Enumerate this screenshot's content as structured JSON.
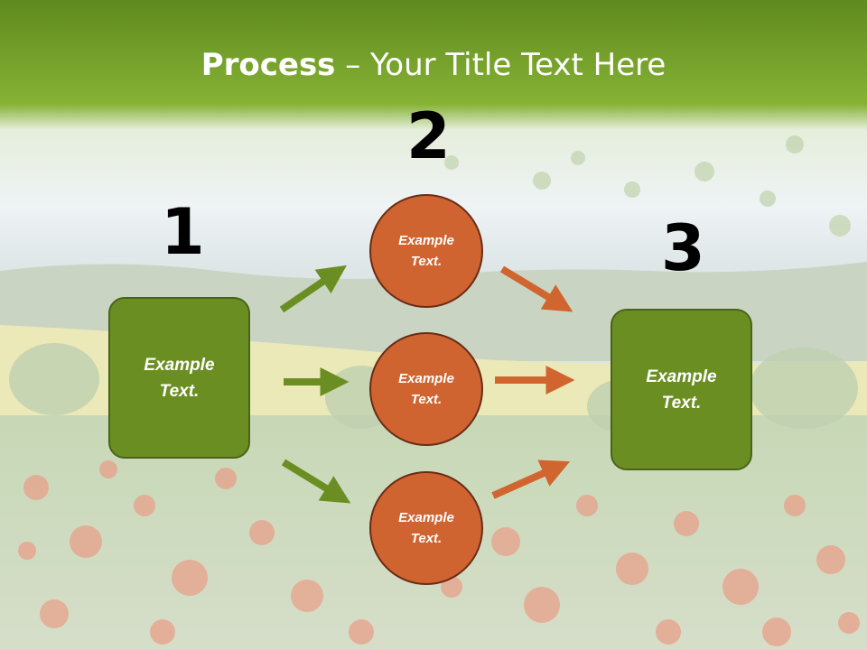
{
  "title": {
    "bold": "Process",
    "rest": " – Your Title Text Here"
  },
  "steps": {
    "one": "1",
    "two": "2",
    "three": "3"
  },
  "left_box": {
    "line1": "Example",
    "line2": "Text."
  },
  "right_box": {
    "line1": "Example",
    "line2": "Text."
  },
  "circles": [
    {
      "line1": "Example",
      "line2": "Text."
    },
    {
      "line1": "Example",
      "line2": "Text."
    },
    {
      "line1": "Example",
      "line2": "Text."
    }
  ],
  "colors": {
    "header_green": "#7aa82d",
    "box_green": "#6b8e23",
    "circle_orange": "#cf6430",
    "arrow_green": "#6b8e23",
    "arrow_orange": "#d0652f"
  }
}
